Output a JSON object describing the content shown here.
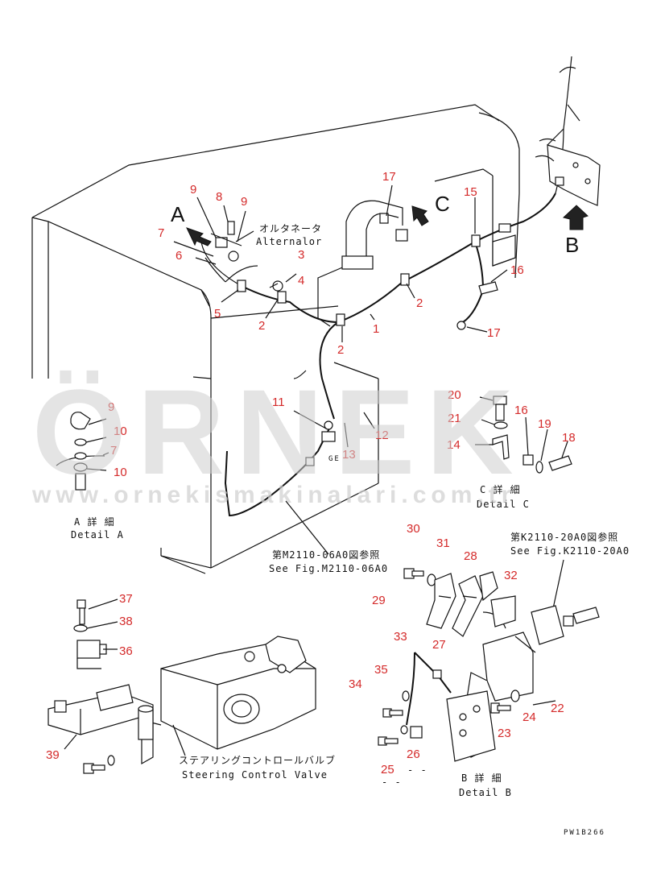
{
  "watermark": {
    "brand": "ÖRNEK",
    "url": "www.ornekismakinalari.com.tr"
  },
  "view_letters": {
    "a": "A",
    "b": "B",
    "c": "C"
  },
  "labels": {
    "alternator_jp": "オルタネータ",
    "alternator_en": "Alternalor",
    "detail_a_jp": "A 詳 細",
    "detail_a_en": "Detail A",
    "detail_b_jp": "B 詳 細",
    "detail_b_en": "Detail B",
    "detail_c_jp": "C 詳 細",
    "detail_c_en": "Detail C",
    "ref_m2110_jp": "第M2110-06A0図参照",
    "ref_m2110_en": "See Fig.M2110-06A0",
    "ref_k2110_jp": "第K2110-20A0図参照",
    "ref_k2110_en": "See Fig.K2110-20A0",
    "steering_jp": "ステアリングコントロールバルブ",
    "steering_en": "Steering Control Valve",
    "small_ge": "GE",
    "drawing_code": "PW1B266"
  },
  "callouts": [
    "1",
    "2",
    "3",
    "4",
    "5",
    "6",
    "7",
    "8",
    "9",
    "10",
    "11",
    "12",
    "13",
    "14",
    "15",
    "16",
    "17",
    "18",
    "19",
    "20",
    "21",
    "22",
    "23",
    "24",
    "25",
    "26",
    "27",
    "28",
    "29",
    "30",
    "31",
    "32",
    "33",
    "34",
    "35",
    "36",
    "37",
    "38",
    "39"
  ]
}
